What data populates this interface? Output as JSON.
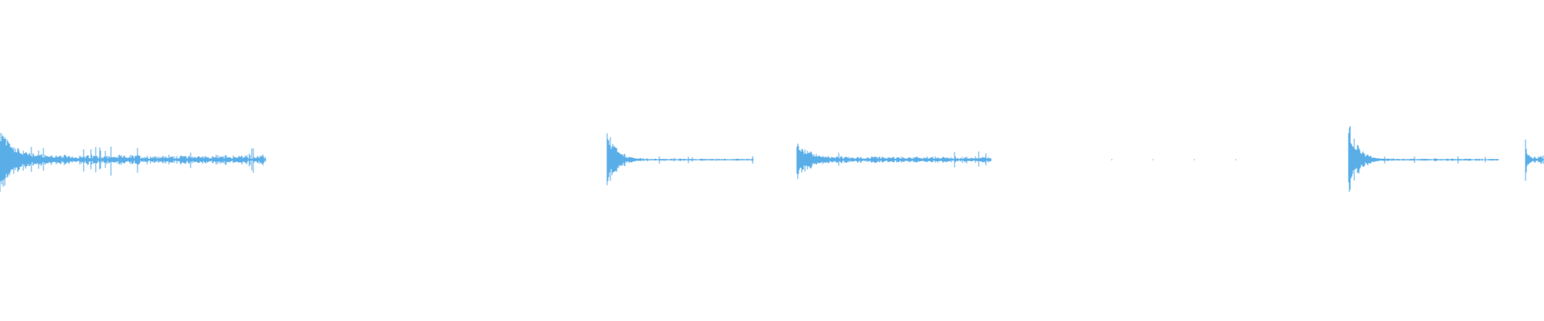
{
  "waveform": {
    "color": "#5aaee8",
    "segments": [
      {
        "kind": "decay",
        "start": 0.0,
        "end": 0.1725,
        "peak": 0.09,
        "noise": 0.012
      },
      {
        "kind": "decay",
        "start": 0.393,
        "end": 0.488,
        "peak": 0.1,
        "noise": 0.003
      },
      {
        "kind": "decay",
        "start": 0.516,
        "end": 0.642,
        "peak": 0.06,
        "noise": 0.008
      },
      {
        "kind": "dots",
        "start": 0.72,
        "end": 0.8,
        "count": 4
      },
      {
        "kind": "decay",
        "start": 0.8735,
        "end": 0.971,
        "peak": 0.13,
        "noise": 0.003
      },
      {
        "kind": "decay",
        "start": 0.988,
        "end": 1.0,
        "peak": 0.1,
        "noise": 0.012
      }
    ]
  }
}
